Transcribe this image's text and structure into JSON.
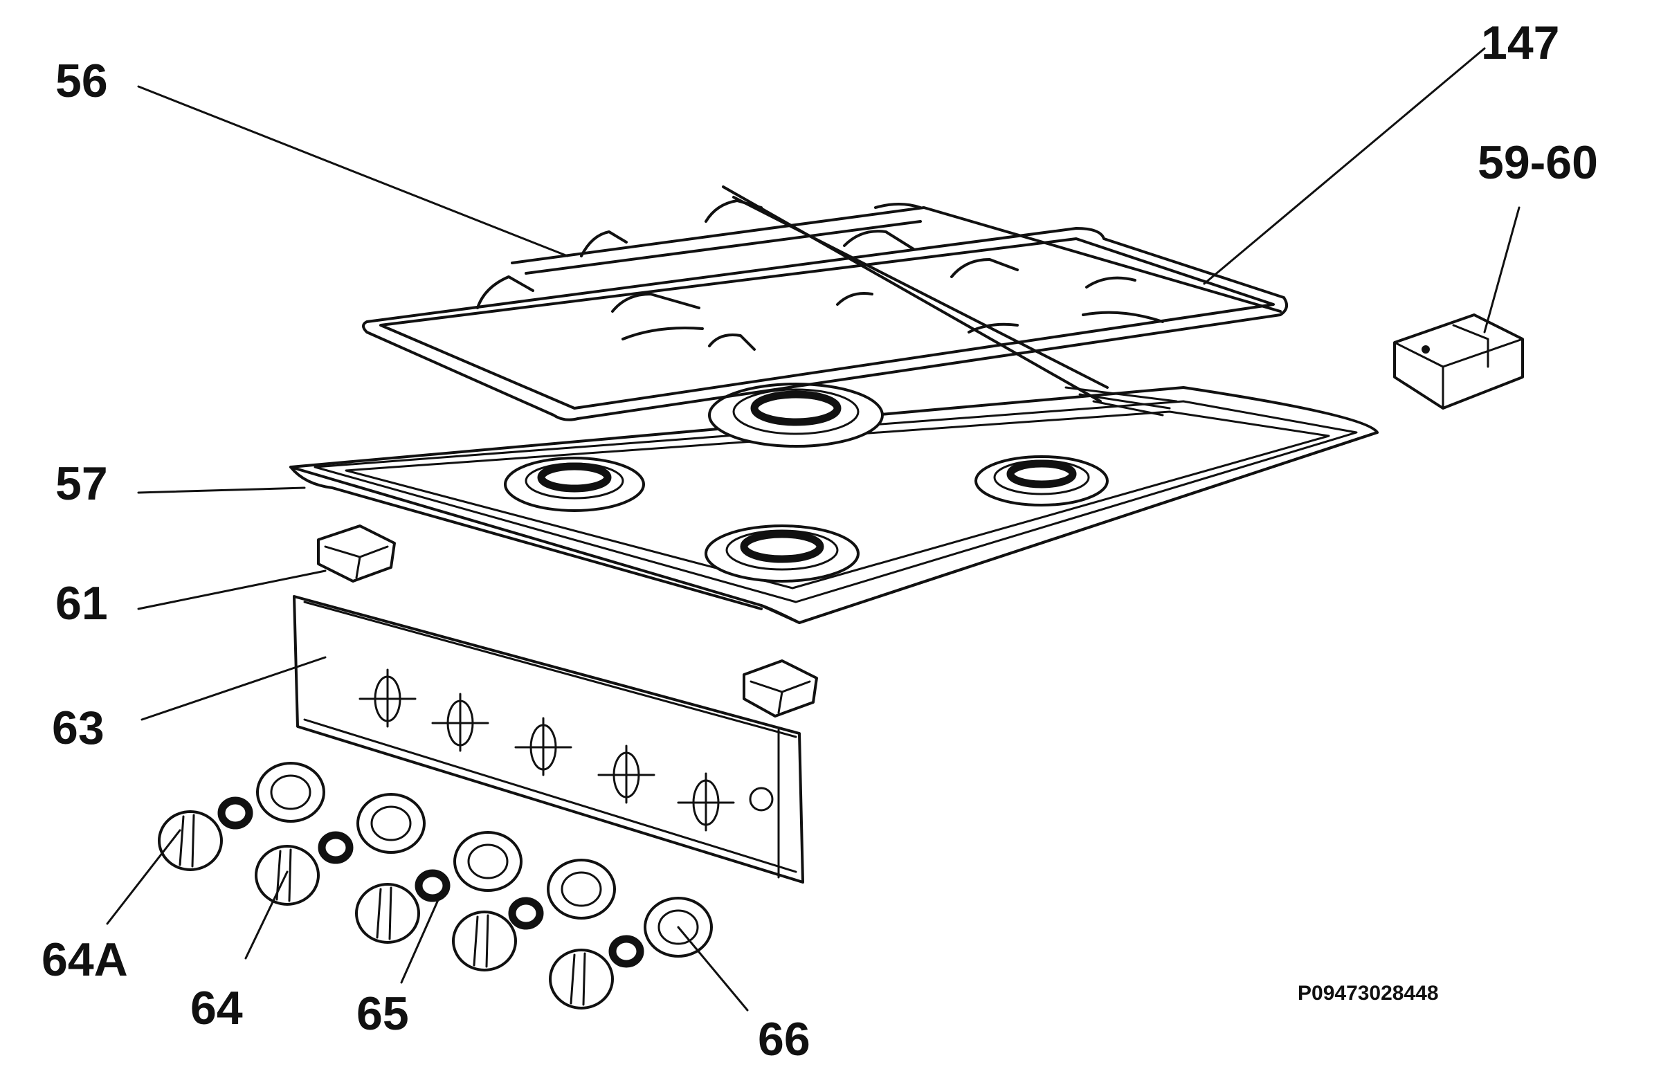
{
  "diagram": {
    "part_labels": {
      "p56": "56",
      "p147": "147",
      "p59_60": "59-60",
      "p57": "57",
      "p61": "61",
      "p63": "63",
      "p64a": "64A",
      "p64": "64",
      "p65": "65",
      "p66": "66"
    },
    "reference_code": "P09473028448"
  }
}
